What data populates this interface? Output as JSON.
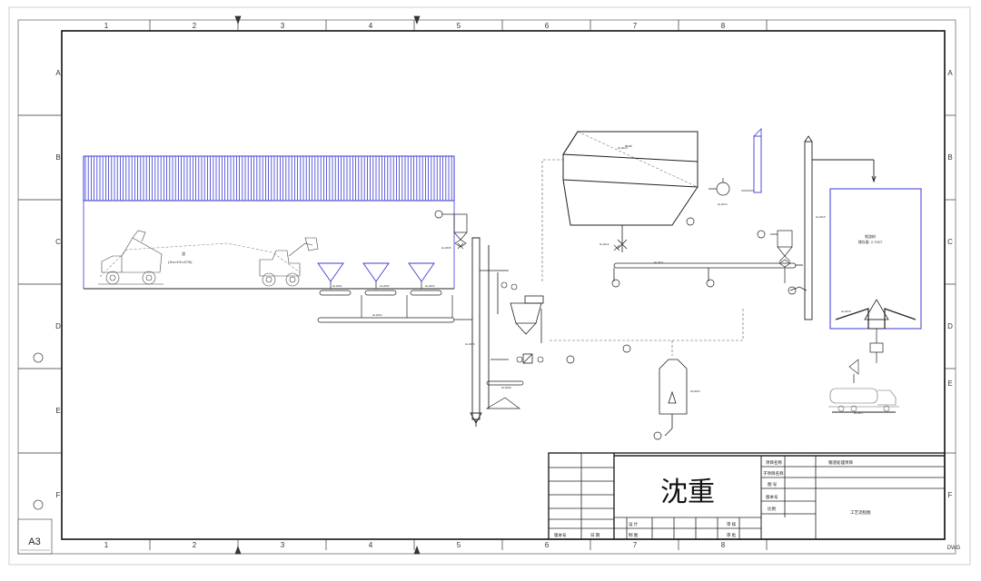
{
  "drawing": {
    "grid_columns": [
      "1",
      "2",
      "3",
      "4",
      "5",
      "6",
      "7",
      "8"
    ],
    "grid_rows": [
      "A",
      "B",
      "C",
      "D",
      "E",
      "F"
    ],
    "sheet_size": "A3",
    "corner_code": "DWG"
  },
  "title_block": {
    "company": "沈重",
    "project_name_label": "项目名称",
    "project_name_value": "钢渣处理项目",
    "sub_project_label": "子项目名称",
    "drawing_no_label": "图 号",
    "version_label": "版本号",
    "scale_label": "比例",
    "drawing_title": "工艺流程图",
    "design_label": "设 计",
    "draw_label": "制 图",
    "check_label": "审 核",
    "approve_label": "审 批",
    "rev_label": "版本号",
    "date_label": "日 期"
  },
  "colors": {
    "line": "#111111",
    "accent": "#3a3ad6",
    "frame": "#222222"
  }
}
